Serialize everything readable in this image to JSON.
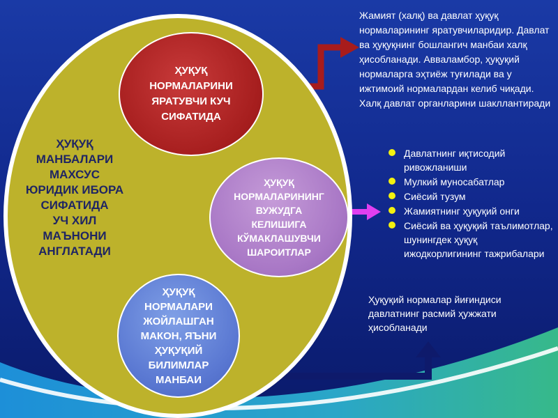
{
  "colors": {
    "background_top": "#0f2a8a",
    "background_bottom": "#0a1a6a",
    "big_circle": "#bdb22b",
    "red_circle": "#a61e1e",
    "purple_circle": "#a978c6",
    "blue_circle": "#5a78d2",
    "red_arrow": "#a81c1c",
    "purple_arrow": "#e13ff0",
    "navy_arrow": "#0e1a6b",
    "bullet": "#f3f10f",
    "main_label_text": "#1f2563"
  },
  "main_label": "ҲУҚУҚ\nМАНБАЛАРИ\nМАХСУС\nЮРИДИК ИБОРА\nСИФАТИДА\nУЧ ХИЛ\nМАЪНОНИ\nАНГЛАТАДИ",
  "circles": {
    "red": "ҲУҚУҚ\nНОРМАЛАРИНИ\nЯРАТУВЧИ КУЧ\nСИФАТИДА",
    "purple": "ҲУҚУҚ\nНОРМАЛАРИНИНГ\nВУЖУДГА\nКЕЛИШИГА\nКЎМАКЛАШУВЧИ\nШАРОИТЛАР",
    "blue": "ҲУҚУҚ\nНОРМАЛАРИ\nЖОЙЛАШГАН\nМАКОН, ЯЪНИ\nҲУҚУҚИЙ\nБИЛИМЛАР\nМАНБАИ"
  },
  "top_text": "Жамият (халқ) ва давлат ҳуқуқ нормаларининг яратувчиларидир. Давлат ва ҳуқуқнинг бошлангич манбаи халқ ҳисобланади. Авваламбор, ҳуқуқий нормаларга эҳтиёж туғилади ва у ижтимоий нормалардан келиб чиқади. Халқ давлат органларини шакллантиради",
  "factors": [
    {
      "line1": "Давлатнинг иқтисодий",
      "line2": "ривожланиши"
    },
    {
      "line1": "Мулкий муносабатлар",
      "line2": ""
    },
    {
      "line1": "Сиёсий тузум",
      "line2": ""
    },
    {
      "line1": "Жамиятнинг ҳуқуқий онги",
      "line2": ""
    },
    {
      "line1": "Сиёсий ва ҳуқуқий таълимотлар, шунингдек ҳуқуқ ижодкорлигининг тажрибалари",
      "line2": ""
    }
  ],
  "bottom_text": "Ҳуқуқий нормалар йиғиндиси давлатнинг расмий ҳужжати ҳисобланади"
}
